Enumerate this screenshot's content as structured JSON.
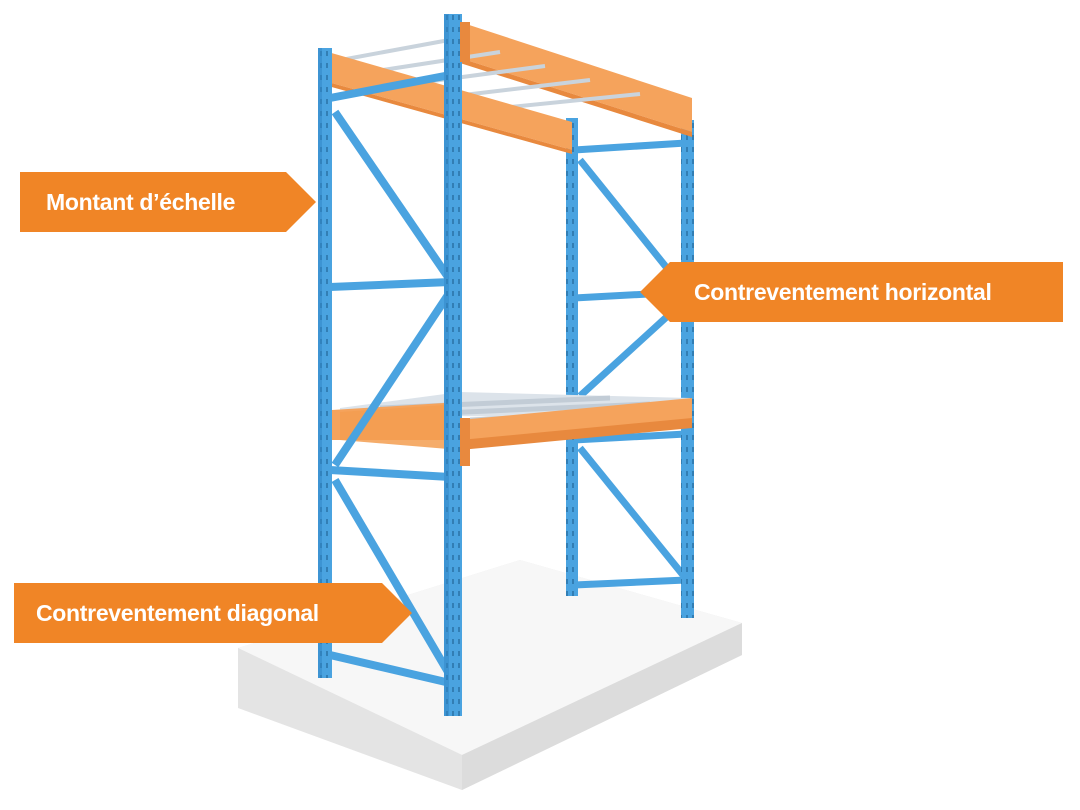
{
  "colors": {
    "upright": "#4aa3e0",
    "upright_shade": "#2f86c6",
    "beam": "#f5a35c",
    "beam_shade": "#e8893e",
    "callout": "#f08526",
    "base": "#f1f1f1"
  },
  "labels": {
    "upright": "Montant d’échelle",
    "horizontal_bracing": "Contreventement horizontal",
    "diagonal_bracing": "Contreventement diagonal"
  }
}
